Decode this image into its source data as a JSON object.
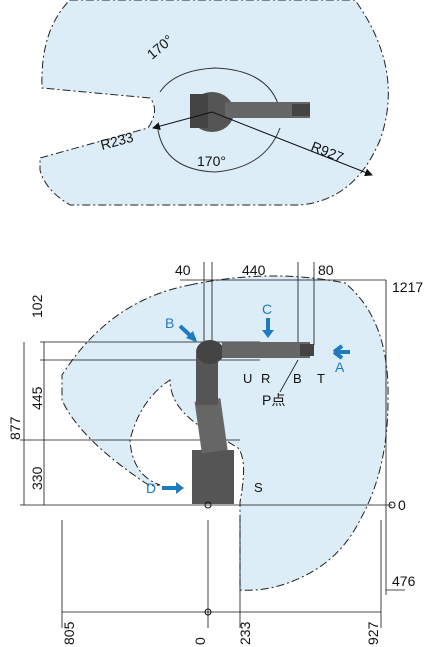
{
  "top_view": {
    "angle_upper": "170°",
    "angle_lower": "170°",
    "radius_inner": "R233",
    "radius_outer": "R927"
  },
  "side_view": {
    "top_dims": [
      "40",
      "440",
      "80"
    ],
    "left_dims": [
      "102",
      "445",
      "877",
      "330"
    ],
    "right_labels": [
      "1217",
      "0",
      "476"
    ],
    "bottom_dims": [
      "805",
      "0",
      "233",
      "927"
    ],
    "axis_labels": [
      "U",
      "R",
      "B",
      "T",
      "S"
    ],
    "point_label": "P点",
    "arrow_labels": [
      "A",
      "B",
      "C",
      "D"
    ]
  },
  "colors": {
    "envelope_fill": "#dcedf8",
    "arrow_blue": "#1f7bc1"
  }
}
